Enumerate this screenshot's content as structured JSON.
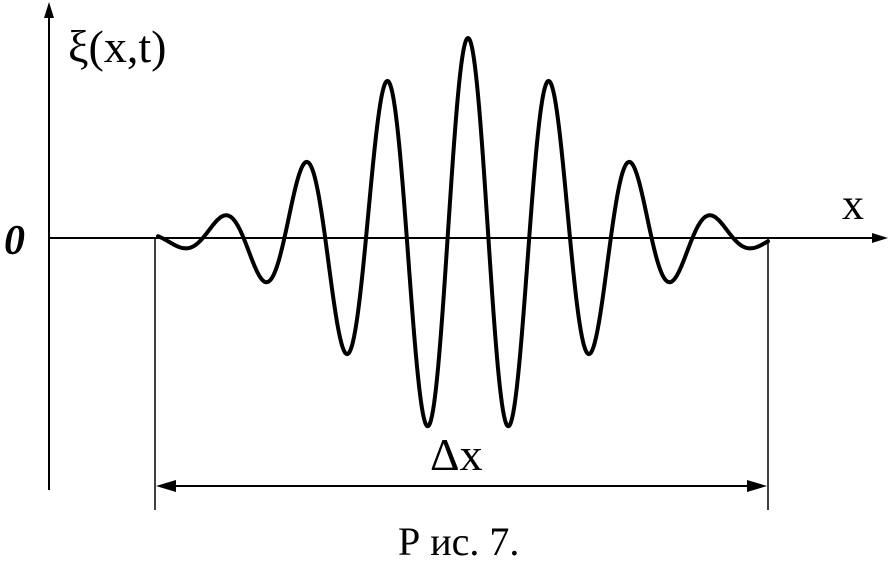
{
  "figure": {
    "y_axis_label": "ξ(x,t)",
    "x_axis_label": "x",
    "origin_label": "0",
    "width_label": "Δx",
    "caption": "Р ис. 7."
  },
  "colors": {
    "ink": "#000000",
    "background": "#ffffff"
  }
}
